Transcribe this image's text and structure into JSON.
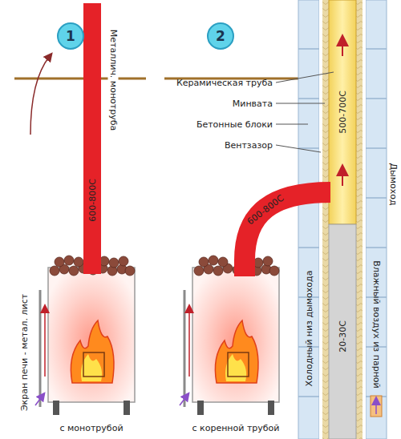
{
  "diagram": {
    "nodes": [
      {
        "text": [
          "1"
        ]
      },
      {
        "text": [
          "2"
        ]
      }
    ],
    "labels": [
      "Металлич. монотруба",
      "600-800С",
      "Экран печи - метал. лист",
      "с монотрубой",
      "Керамическая труба",
      "Минвата",
      "Бетонные блоки",
      "Вентзазор",
      "500-700С",
      "600-800С",
      "20-30С",
      "Холодный низ дымохода",
      "Дымоход",
      "Влажный воздух из парной",
      "с коренной трубой"
    ]
  }
}
